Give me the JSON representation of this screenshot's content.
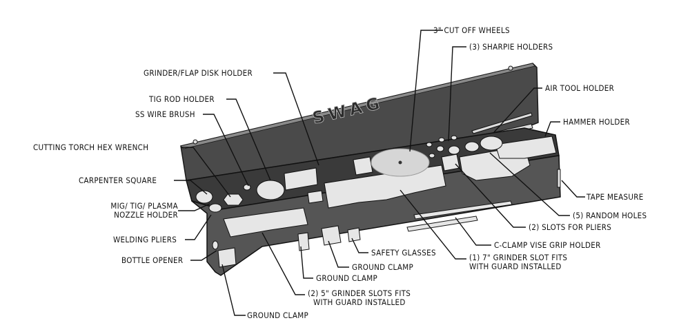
{
  "brand": "SWAG",
  "labels": {
    "cut_off_wheels": "3\" CUT OFF WHEELS",
    "sharpie_holders": "(3) SHARPIE HOLDERS",
    "grinder_flap_disk_holder": "GRINDER/FLAP DISK HOLDER",
    "air_tool_holder": "AIR TOOL HOLDER",
    "tig_rod_holder": "TIG ROD HOLDER",
    "hammer_holder": "HAMMER HOLDER",
    "ss_wire_brush": "SS WIRE BRUSH",
    "cutting_torch_hex_wrench": "CUTTING TORCH HEX WRENCH",
    "carpenter_square": "CARPENTER SQUARE",
    "tape_measure": "TAPE MEASURE",
    "nozzle_holder_line1": "MIG/ TIG/ PLASMA",
    "nozzle_holder_line2": "NOZZLE HOLDER",
    "random_holes": "(5) RANDOM HOLES",
    "slots_for_pliers": "(2) SLOTS FOR PLIERS",
    "welding_pliers": "WELDING PLIERS",
    "c_clamp_vise_grip_holder": "C-CLAMP VISE GRIP HOLDER",
    "safety_glasses": "SAFETY GLASSES",
    "bottle_opener": "BOTTLE OPENER",
    "grinder_7_line1": "(1) 7\" GRINDER SLOT FITS",
    "grinder_7_line2": "WITH GUARD INSTALLED",
    "ground_clamp_1": "GROUND CLAMP",
    "ground_clamp_2": "GROUND CLAMP",
    "grinder_5_line1": "(2) 5\" GRINDER SLOTS FITS",
    "grinder_5_line2": "WITH GUARD INSTALLED",
    "ground_clamp_3": "GROUND CLAMP"
  }
}
